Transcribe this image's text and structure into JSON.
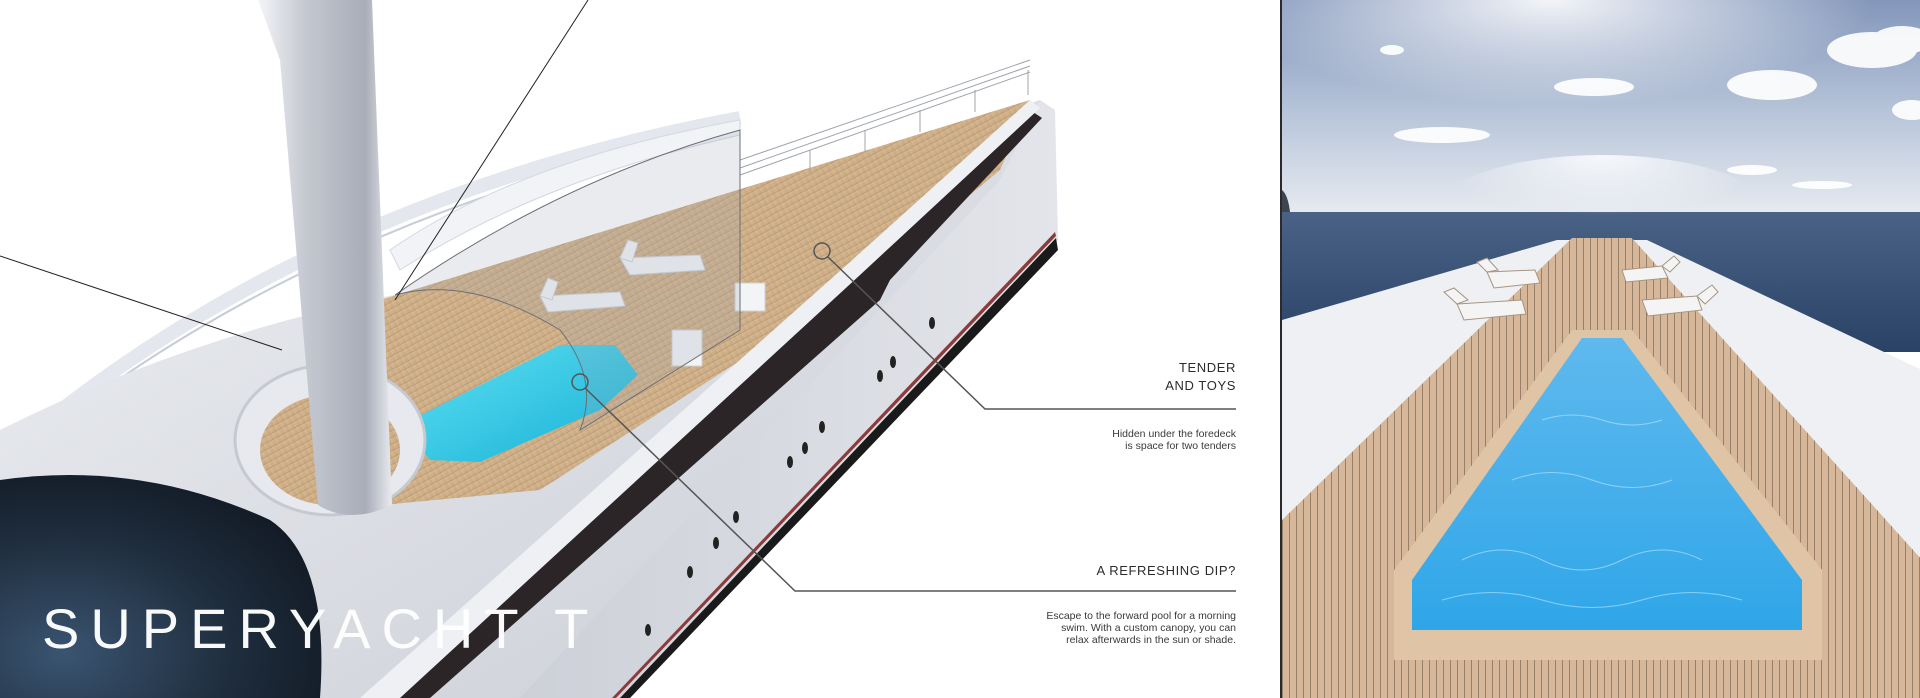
{
  "document": {
    "type": "brochure-spread",
    "background_color": "#ffffff"
  },
  "left_page": {
    "brand_text": "SUPERYACHT T",
    "callouts": [
      {
        "id": "tender",
        "title_lines": [
          "TENDER",
          "AND TOYS"
        ],
        "body_lines": [
          "Hidden under the foredeck",
          "is space for two tenders"
        ]
      },
      {
        "id": "dip",
        "title_lines": [
          "A REFRESHING DIP?"
        ],
        "body_lines": [
          "Escape to the forward pool for a morning",
          "swim. With a custom canopy, you can",
          "relax afterwards in the sun or shade."
        ]
      }
    ],
    "image": {
      "description": "3D render of yacht foredeck with mast, glass canopy, pool and sun loungers",
      "colors": {
        "hull": "#d9dce3",
        "hull_stripe": "#2b2527",
        "deck_teak": "#cfb08a",
        "pool_water": "#29c6e4",
        "callout_line": "#555555"
      }
    }
  },
  "right_page": {
    "image": {
      "description": "Photo of yacht bow deck with pool and four sun loungers facing open sea",
      "colors": {
        "sky_top": "#8fa3c4",
        "sky_horizon": "#e5e9ef",
        "sea": "#2f4a6e",
        "deck_white": "#eef0f4",
        "teak": "#d4b597",
        "pool": "#3fb0e8"
      }
    }
  }
}
